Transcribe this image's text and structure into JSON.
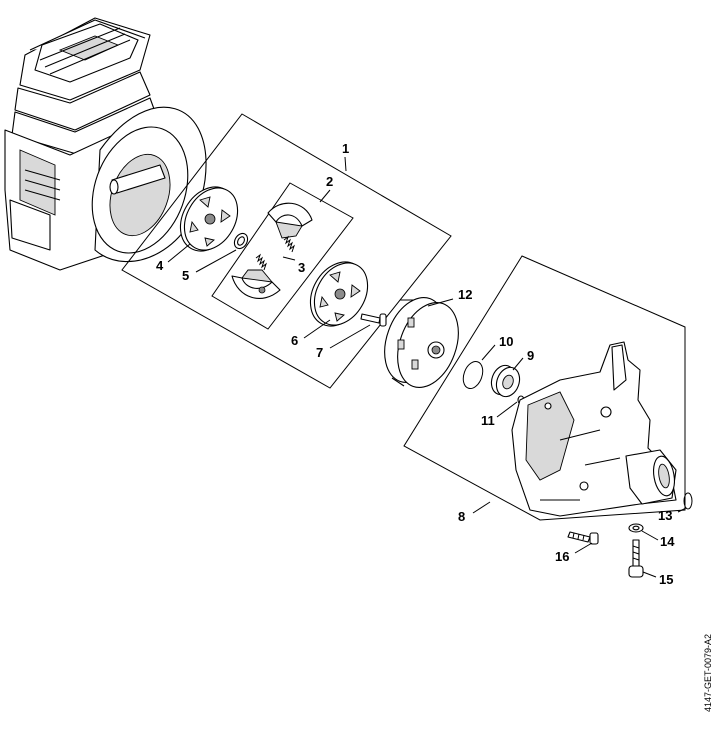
{
  "callouts": {
    "c1": "1",
    "c2": "2",
    "c3": "3",
    "c4": "4",
    "c5": "5",
    "c6": "6",
    "c7": "7",
    "c8": "8",
    "c9": "9",
    "c10": "10",
    "c11": "11",
    "c12": "12",
    "c13": "13",
    "c14": "14",
    "c15": "15",
    "c16": "16"
  },
  "reference_code": "4147-GET-0079-A2"
}
